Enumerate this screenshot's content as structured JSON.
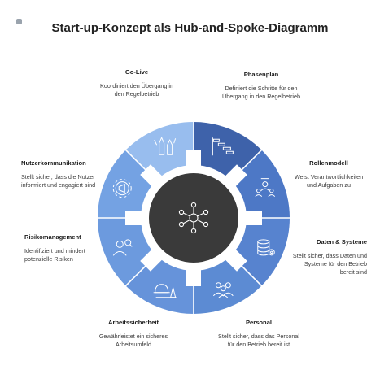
{
  "logo": {
    "text": "",
    "color": "#9aa3ad"
  },
  "title": "Start-up-Konzept als Hub-and-Spoke-Diagramm",
  "colors": {
    "hub": "#3a3a3a",
    "segments": [
      "#3e64ad",
      "#4a75c4",
      "#5080cc",
      "#5a89d2",
      "#6394da",
      "#6e9ce0",
      "#78a6e6",
      "#86b1ea",
      "#a5c5f0"
    ]
  },
  "spokes": [
    {
      "icon": "gantt-chart-icon",
      "title": "Phasenplan",
      "desc": "Definiert die Schritte für den Übergang in den Regelbetrieb"
    },
    {
      "icon": "team-roles-icon",
      "title": "Rollenmodell",
      "desc": "Weist Verantwortlichkeiten und Aufgaben zu"
    },
    {
      "icon": "database-gear-icon",
      "title": "Daten & Systeme",
      "desc": "Stellt sicher, dass Daten und Systeme für den Betrieb bereit sind"
    },
    {
      "icon": "people-group-icon",
      "title": "Personal",
      "desc": "Stellt sicher, dass das Personal für den Betrieb bereit ist"
    },
    {
      "icon": "hardhat-safety-icon",
      "title": "Arbeitssicherheit",
      "desc": "Gewährleistet ein sicheres Arbeitsumfeld"
    },
    {
      "icon": "person-search-icon",
      "title": "Risikomanagement",
      "desc": "Identifiziert und mindert potenzielle Risiken"
    },
    {
      "icon": "megaphone-gear-icon",
      "title": "Nutzerkommunikation",
      "desc": "Stellt sicher, dass die Nutzer informiert und engagiert sind"
    },
    {
      "icon": "rockets-launch-icon",
      "title": "Go-Live",
      "desc": "Koordiniert den Übergang in den Regelbetrieb"
    }
  ],
  "hub": {
    "icon": "network-hub-icon"
  }
}
